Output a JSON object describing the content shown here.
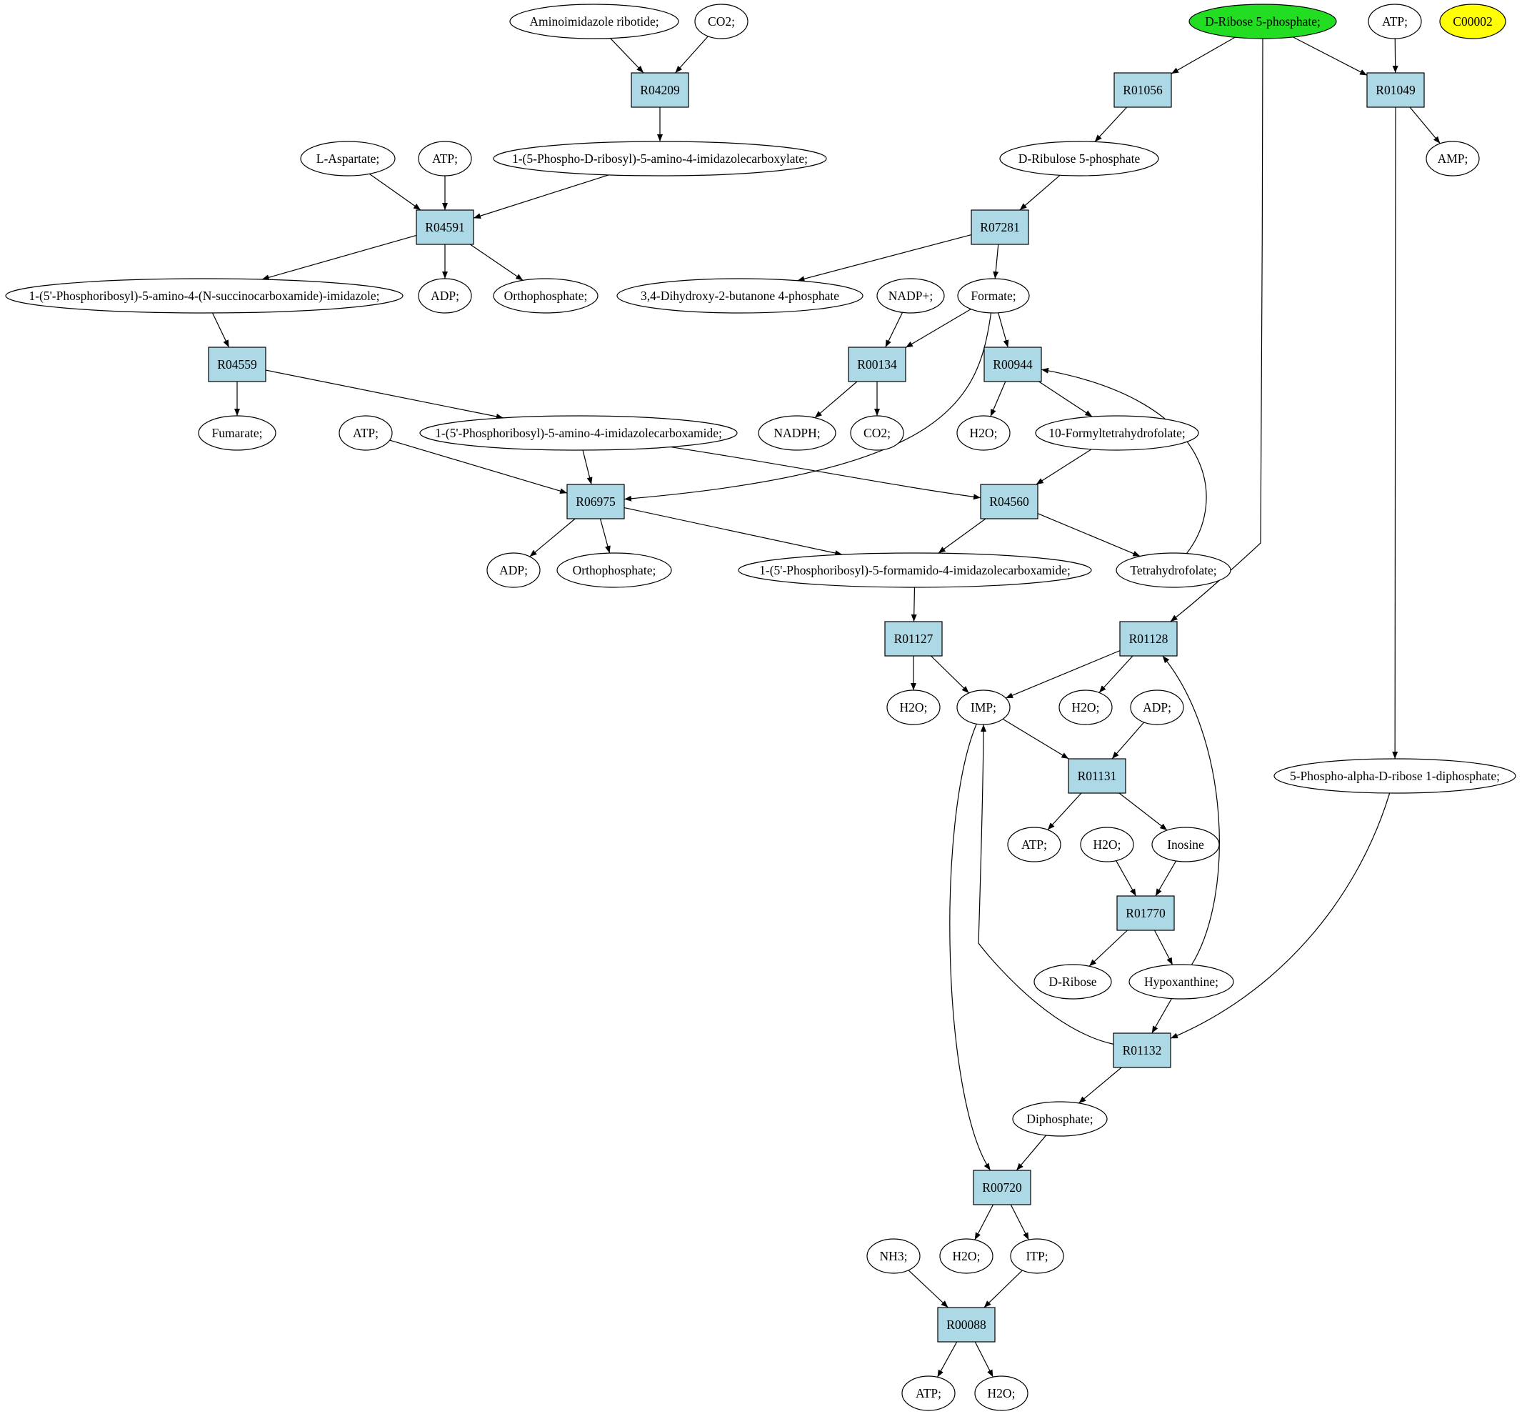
{
  "colors": {
    "compound_fill": "#ffffff",
    "reaction_fill": "#add8e6",
    "highlight_fill": "#22dd22",
    "marker_fill": "#ffff00"
  },
  "nodes": [
    {
      "id": "a1",
      "kind": "compound",
      "label": "Aminoimidazole ribotide;"
    },
    {
      "id": "a2",
      "kind": "compound",
      "label": "CO2;"
    },
    {
      "id": "r04209",
      "kind": "reaction",
      "label": "R04209"
    },
    {
      "id": "a3",
      "kind": "compound",
      "label": "1-(5-Phospho-D-ribosyl)-5-amino-4-imidazolecarboxylate;"
    },
    {
      "id": "a4",
      "kind": "compound",
      "label": "L-Aspartate;"
    },
    {
      "id": "a5",
      "kind": "compound",
      "label": "ATP;"
    },
    {
      "id": "r04591",
      "kind": "reaction",
      "label": "R04591"
    },
    {
      "id": "a6",
      "kind": "compound",
      "label": "1-(5'-Phosphoribosyl)-5-amino-4-(N-succinocarboxamide)-imidazole;"
    },
    {
      "id": "a7",
      "kind": "compound",
      "label": "ADP;"
    },
    {
      "id": "a8",
      "kind": "compound",
      "label": "Orthophosphate;"
    },
    {
      "id": "r04559",
      "kind": "reaction",
      "label": "R04559"
    },
    {
      "id": "a9",
      "kind": "compound",
      "label": "Fumarate;"
    },
    {
      "id": "a10",
      "kind": "compound",
      "label": "1-(5'-Phosphoribosyl)-5-amino-4-imidazolecarboxamide;"
    },
    {
      "id": "a11",
      "kind": "compound",
      "label": "ATP;"
    },
    {
      "id": "r06975",
      "kind": "reaction",
      "label": "R06975"
    },
    {
      "id": "a12",
      "kind": "compound",
      "label": "ADP;"
    },
    {
      "id": "a13",
      "kind": "compound",
      "label": "Orthophosphate;"
    },
    {
      "id": "b1",
      "kind": "compound",
      "label": "D-Ribose 5-phosphate;",
      "highlight": true
    },
    {
      "id": "b2",
      "kind": "compound",
      "label": "ATP;"
    },
    {
      "id": "b3",
      "kind": "compound",
      "label": "C00002",
      "marker": true
    },
    {
      "id": "r01056",
      "kind": "reaction",
      "label": "R01056"
    },
    {
      "id": "r01049",
      "kind": "reaction",
      "label": "R01049"
    },
    {
      "id": "b4",
      "kind": "compound",
      "label": "D-Ribulose 5-phosphate"
    },
    {
      "id": "b5",
      "kind": "compound",
      "label": "AMP;"
    },
    {
      "id": "r07281",
      "kind": "reaction",
      "label": "R07281"
    },
    {
      "id": "b6",
      "kind": "compound",
      "label": "3,4-Dihydroxy-2-butanone 4-phosphate"
    },
    {
      "id": "b7",
      "kind": "compound",
      "label": "NADP+;"
    },
    {
      "id": "b8",
      "kind": "compound",
      "label": "Formate;"
    },
    {
      "id": "r00134",
      "kind": "reaction",
      "label": "R00134"
    },
    {
      "id": "r00944",
      "kind": "reaction",
      "label": "R00944"
    },
    {
      "id": "b9",
      "kind": "compound",
      "label": "NADPH;"
    },
    {
      "id": "b10",
      "kind": "compound",
      "label": "CO2;"
    },
    {
      "id": "b11",
      "kind": "compound",
      "label": "H2O;"
    },
    {
      "id": "b12",
      "kind": "compound",
      "label": "10-Formyltetrahydrofolate;"
    },
    {
      "id": "r04560",
      "kind": "reaction",
      "label": "R04560"
    },
    {
      "id": "b13",
      "kind": "compound",
      "label": "1-(5'-Phosphoribosyl)-5-formamido-4-imidazolecarboxamide;"
    },
    {
      "id": "b14",
      "kind": "compound",
      "label": "Tetrahydrofolate;"
    },
    {
      "id": "r01127",
      "kind": "reaction",
      "label": "R01127"
    },
    {
      "id": "r01128",
      "kind": "reaction",
      "label": "R01128"
    },
    {
      "id": "c1",
      "kind": "compound",
      "label": "H2O;"
    },
    {
      "id": "c2",
      "kind": "compound",
      "label": "IMP;"
    },
    {
      "id": "c3",
      "kind": "compound",
      "label": "H2O;"
    },
    {
      "id": "c4",
      "kind": "compound",
      "label": "ADP;"
    },
    {
      "id": "c5",
      "kind": "compound",
      "label": "5-Phospho-alpha-D-ribose 1-diphosphate;"
    },
    {
      "id": "r01131",
      "kind": "reaction",
      "label": "R01131"
    },
    {
      "id": "c6",
      "kind": "compound",
      "label": "ATP;"
    },
    {
      "id": "c7",
      "kind": "compound",
      "label": "H2O;"
    },
    {
      "id": "c8",
      "kind": "compound",
      "label": "Inosine"
    },
    {
      "id": "r01770",
      "kind": "reaction",
      "label": "R01770"
    },
    {
      "id": "c9",
      "kind": "compound",
      "label": "D-Ribose"
    },
    {
      "id": "c10",
      "kind": "compound",
      "label": "Hypoxanthine;"
    },
    {
      "id": "r01132",
      "kind": "reaction",
      "label": "R01132"
    },
    {
      "id": "c11",
      "kind": "compound",
      "label": "Diphosphate;"
    },
    {
      "id": "r00720",
      "kind": "reaction",
      "label": "R00720"
    },
    {
      "id": "c12",
      "kind": "compound",
      "label": "NH3;"
    },
    {
      "id": "c13",
      "kind": "compound",
      "label": "H2O;"
    },
    {
      "id": "c14",
      "kind": "compound",
      "label": "ITP;"
    },
    {
      "id": "r00088",
      "kind": "reaction",
      "label": "R00088"
    },
    {
      "id": "c15",
      "kind": "compound",
      "label": "ATP;"
    },
    {
      "id": "c16",
      "kind": "compound",
      "label": "H2O;"
    }
  ],
  "edges": [
    {
      "from": "a1",
      "to": "r04209"
    },
    {
      "from": "a2",
      "to": "r04209"
    },
    {
      "from": "r04209",
      "to": "a3"
    },
    {
      "from": "a4",
      "to": "r04591"
    },
    {
      "from": "a5",
      "to": "r04591"
    },
    {
      "from": "a3",
      "to": "r04591"
    },
    {
      "from": "r04591",
      "to": "a6"
    },
    {
      "from": "r04591",
      "to": "a7"
    },
    {
      "from": "r04591",
      "to": "a8"
    },
    {
      "from": "a6",
      "to": "r04559"
    },
    {
      "from": "r04559",
      "to": "a9"
    },
    {
      "from": "r04559",
      "to": "a10"
    },
    {
      "from": "a11",
      "to": "r06975"
    },
    {
      "from": "a10",
      "to": "r06975"
    },
    {
      "from": "b8",
      "to": "r06975"
    },
    {
      "from": "r06975",
      "to": "a12"
    },
    {
      "from": "r06975",
      "to": "a13"
    },
    {
      "from": "r06975",
      "to": "b13"
    },
    {
      "from": "a10",
      "to": "r04560"
    },
    {
      "from": "b1",
      "to": "r01056"
    },
    {
      "from": "b1",
      "to": "r01049"
    },
    {
      "from": "b1",
      "to": "r01128"
    },
    {
      "from": "b2",
      "to": "r01049"
    },
    {
      "from": "r01056",
      "to": "b4"
    },
    {
      "from": "r01049",
      "to": "b5"
    },
    {
      "from": "r01049",
      "to": "c5"
    },
    {
      "from": "b4",
      "to": "r07281"
    },
    {
      "from": "r07281",
      "to": "b6"
    },
    {
      "from": "r07281",
      "to": "b8"
    },
    {
      "from": "b7",
      "to": "r00134"
    },
    {
      "from": "b8",
      "to": "r00134"
    },
    {
      "from": "b8",
      "to": "r00944"
    },
    {
      "from": "r00134",
      "to": "b9"
    },
    {
      "from": "r00134",
      "to": "b10"
    },
    {
      "from": "r00944",
      "to": "b11"
    },
    {
      "from": "r00944",
      "to": "b12"
    },
    {
      "from": "b12",
      "to": "r04560"
    },
    {
      "from": "r04560",
      "to": "b13"
    },
    {
      "from": "r04560",
      "to": "b14"
    },
    {
      "from": "b14",
      "to": "r00944"
    },
    {
      "from": "b13",
      "to": "r01127"
    },
    {
      "from": "r01127",
      "to": "c1"
    },
    {
      "from": "r01127",
      "to": "c2"
    },
    {
      "from": "r01128",
      "to": "c2"
    },
    {
      "from": "r01128",
      "to": "c3"
    },
    {
      "from": "c2",
      "to": "r01131"
    },
    {
      "from": "c4",
      "to": "r01131"
    },
    {
      "from": "c2",
      "to": "r00720"
    },
    {
      "from": "r01131",
      "to": "c6"
    },
    {
      "from": "r01131",
      "to": "c8"
    },
    {
      "from": "c7",
      "to": "r01770"
    },
    {
      "from": "c8",
      "to": "r01770"
    },
    {
      "from": "r01770",
      "to": "c9"
    },
    {
      "from": "r01770",
      "to": "c10"
    },
    {
      "from": "c10",
      "to": "r01128"
    },
    {
      "from": "c10",
      "to": "r01132"
    },
    {
      "from": "c5",
      "to": "r01132"
    },
    {
      "from": "r01132",
      "to": "c2"
    },
    {
      "from": "r01132",
      "to": "c11"
    },
    {
      "from": "c11",
      "to": "r00720"
    },
    {
      "from": "r00720",
      "to": "c13"
    },
    {
      "from": "r00720",
      "to": "c14"
    },
    {
      "from": "c12",
      "to": "r00088"
    },
    {
      "from": "c14",
      "to": "r00088"
    },
    {
      "from": "r00088",
      "to": "c15"
    },
    {
      "from": "r00088",
      "to": "c16"
    }
  ]
}
